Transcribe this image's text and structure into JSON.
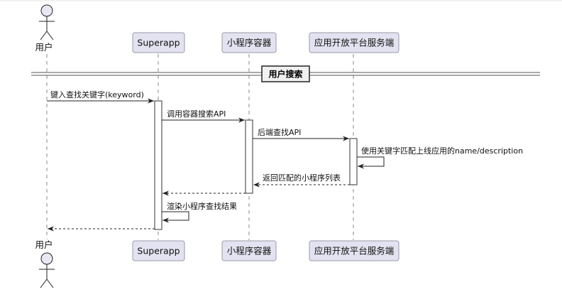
{
  "participants": {
    "user": "用户",
    "superapp": "Superapp",
    "container": "小程序容器",
    "platform": "应用开放平台服务端"
  },
  "divider": {
    "label": "用户搜索"
  },
  "messages": {
    "m1": "键入查找关键字(keyword)",
    "m2": "调用容器搜索API",
    "m3": "后端查找API",
    "m4": "使用关键字匹配上线应用的name/description",
    "m5": "返回匹配的小程序列表",
    "m6": "渲染小程序查找结果"
  }
}
